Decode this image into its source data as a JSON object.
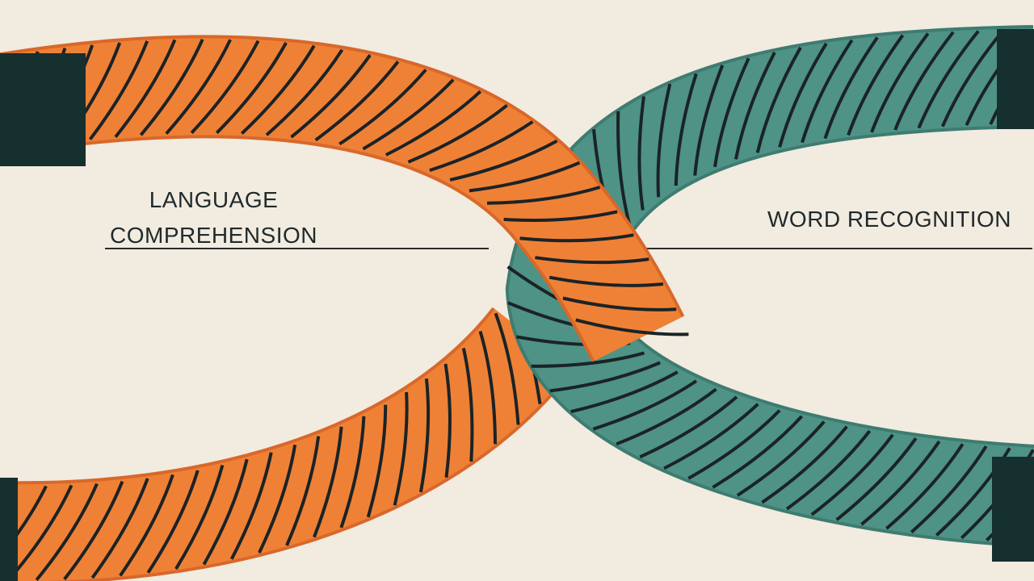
{
  "colors": {
    "background": "#f2ebe0",
    "orange_strand": "#ef8136",
    "teal_strand": "#4f9286",
    "cuff": "#16302f",
    "stripe": "#1b2326",
    "rule_line": "#2b2b2b"
  },
  "labels": {
    "language_comprehension": {
      "line1": "LANGUAGE",
      "line2": "COMPREHENSION"
    },
    "word_recognition": "WORD RECOGNITION"
  },
  "strands": [
    {
      "name": "orange-strand",
      "color_key": "orange_strand"
    },
    {
      "name": "teal-strand",
      "color_key": "teal_strand"
    }
  ]
}
